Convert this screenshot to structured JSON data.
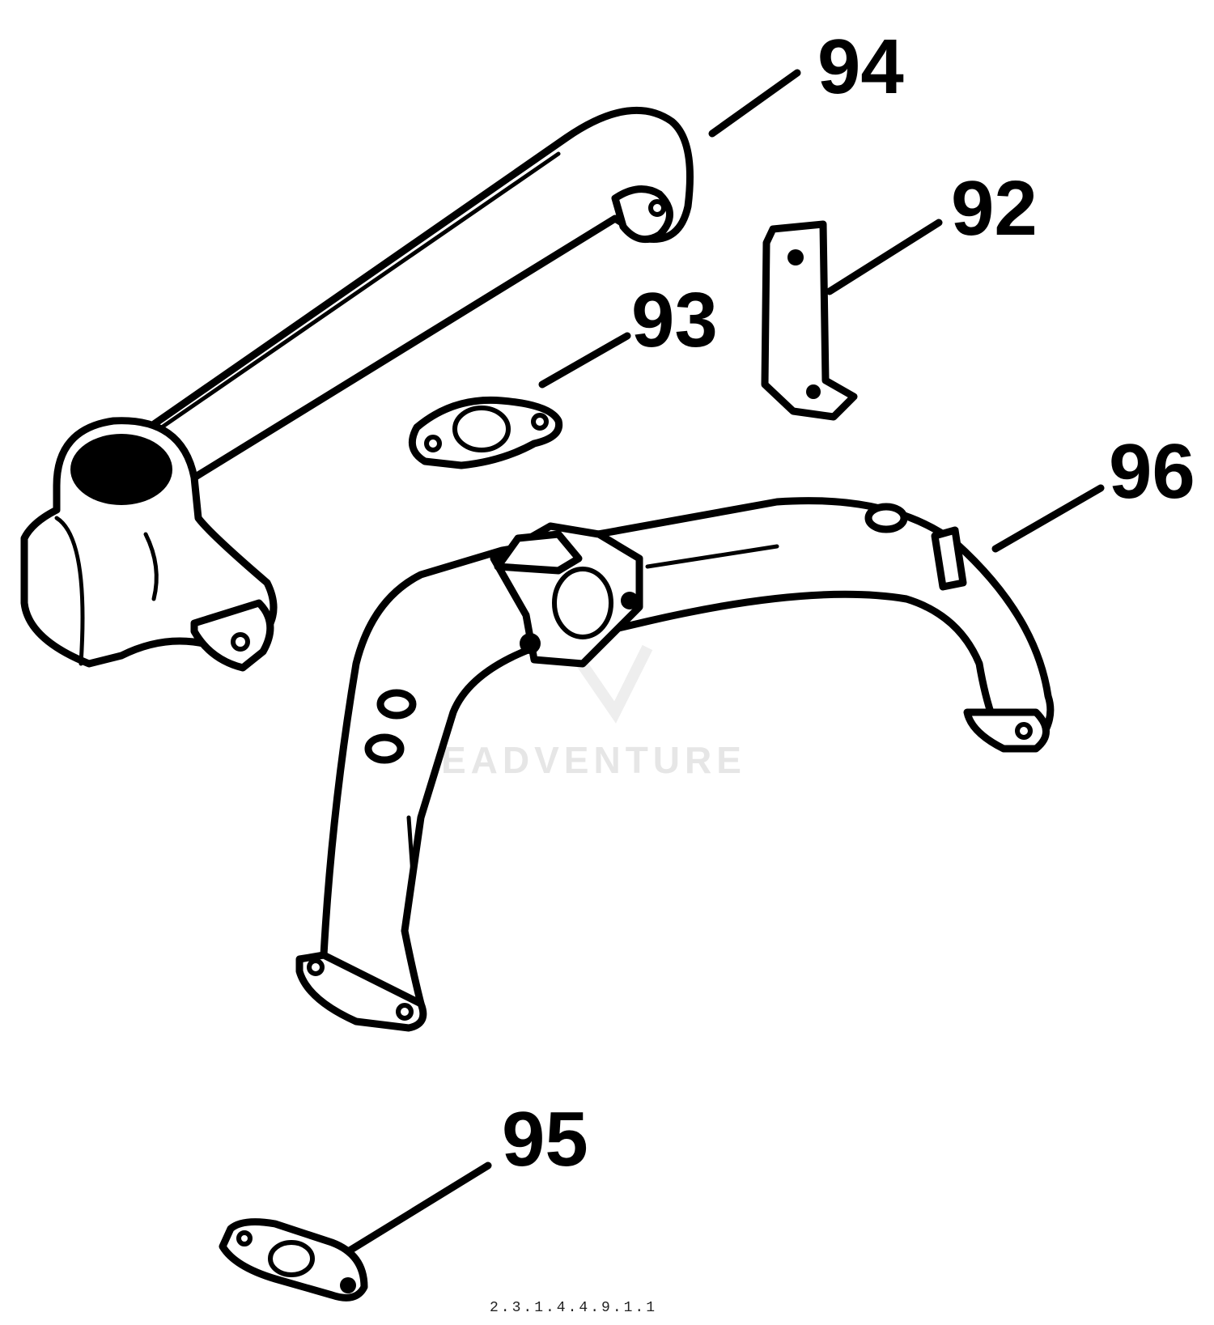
{
  "callouts": [
    {
      "id": "92",
      "label": "92"
    },
    {
      "id": "93",
      "label": "93"
    },
    {
      "id": "94",
      "label": "94"
    },
    {
      "id": "95",
      "label": "95"
    },
    {
      "id": "96",
      "label": "96"
    }
  ],
  "watermark": {
    "text": "EADVENTURE"
  },
  "footer": {
    "code": "2.3.1.4.4.9.1.1"
  },
  "colors": {
    "line": "#000000",
    "background": "#ffffff",
    "watermark": "#e6e6e6"
  }
}
